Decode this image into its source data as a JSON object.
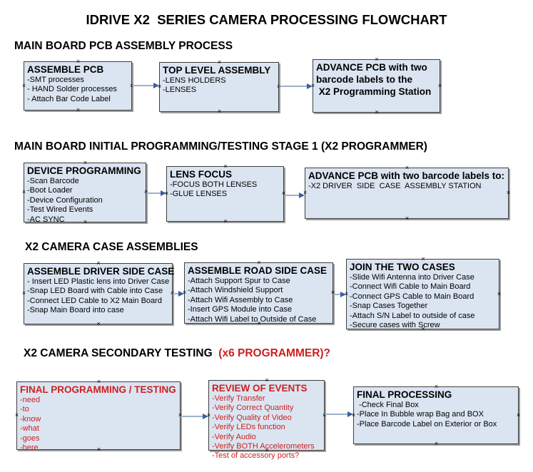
{
  "title": "IDRIVE X2  SERIES CAMERA PROCESSING FLOWCHART",
  "icons": {
    "anchor": "×",
    "arrowhead": "right-arrowhead"
  },
  "colors": {
    "box_fill": "#dbe5f1",
    "box_border": "#3f3f3f",
    "connector_line": "#9db1cc",
    "connector_head": "#3a5fa5",
    "red_text": "#cc2020"
  },
  "sections": [
    {
      "heading": "MAIN BOARD PCB ASSEMBLY PROCESS",
      "boxes": [
        {
          "title": "ASSEMBLE PCB",
          "items": [
            "-SMT processes",
            "- HAND Solder processes",
            "- Attach Bar Code Label"
          ]
        },
        {
          "title": "TOP LEVEL ASSEMBLY",
          "items": [
            "-LENS HOLDERS",
            "-LENSES"
          ]
        },
        {
          "title": "ADVANCE PCB with two\nbarcode labels to the\n X2 Programming Station",
          "items": []
        }
      ]
    },
    {
      "heading": "MAIN BOARD INITIAL PROGRAMMING/TESTING STAGE 1 (X2 PROGRAMMER)",
      "boxes": [
        {
          "title": "DEVICE PROGRAMMING",
          "items": [
            "-Scan Barcode",
            "-Boot Loader",
            "-Device Configuration",
            "-Test Wired Events",
            "-AC SYNC"
          ]
        },
        {
          "title": "LENS FOCUS",
          "items": [
            "-FOCUS BOTH LENSES",
            "-GLUE LENSES"
          ]
        },
        {
          "title": "ADVANCE PCB with two barcode labels to:",
          "items": [
            "-X2 DRIVER  SIDE  CASE  ASSEMBLY STATION"
          ]
        }
      ]
    },
    {
      "heading": "X2 CAMERA CASE ASSEMBLIES",
      "boxes": [
        {
          "title": "ASSEMBLE DRIVER SIDE CASE",
          "items": [
            "- Insert LED Plastic lens into Driver Case",
            "-Snap LED Board with Cable into Case",
            "-Connect LED Cable to X2 Main Board",
            "-Snap Main Board into case"
          ]
        },
        {
          "title": "ASSEMBLE ROAD SIDE CASE",
          "items": [
            "-Attach Support Spur to Case",
            "-Attach Windshield Support",
            "-Attach Wifi Assembly to Case",
            "-Insert GPS Module into Case",
            "-Attach Wifi Label to Outside of Case"
          ]
        },
        {
          "title": "JOIN THE TWO CASES",
          "items": [
            "-Slide Wifi Antenna into Driver Case",
            "-Connect Wifi Cable to Main Board",
            "-Connect GPS Cable to Main Board",
            "-Snap Cases Together",
            "-Attach S/N Label to outside of case",
            "-Secure cases with Screw"
          ]
        }
      ]
    },
    {
      "heading_black": "X2 CAMERA SECONDARY TESTING  ",
      "heading_red": "(x6 PROGRAMMER)?",
      "boxes": [
        {
          "title": "FINAL PROGRAMMING / TESTING",
          "items": [
            "-need",
            "-to",
            "-know",
            "-what",
            "-goes",
            "-here"
          ]
        },
        {
          "title": "REVIEW OF EVENTS",
          "items": [
            "-Verify Transfer",
            "-Verify Correct Quantity",
            "-Verify Quality of Video",
            "-Verify LEDs function",
            "-Verify Audio",
            "-Verify BOTH Accelerometers",
            "-Test of accessory ports?"
          ]
        },
        {
          "title": "FINAL PROCESSING",
          "items": [
            " -Check Final Box",
            "-Place In Bubble wrap Bag and BOX",
            "-Place Barcode Label on Exterior or Box"
          ]
        }
      ]
    }
  ]
}
